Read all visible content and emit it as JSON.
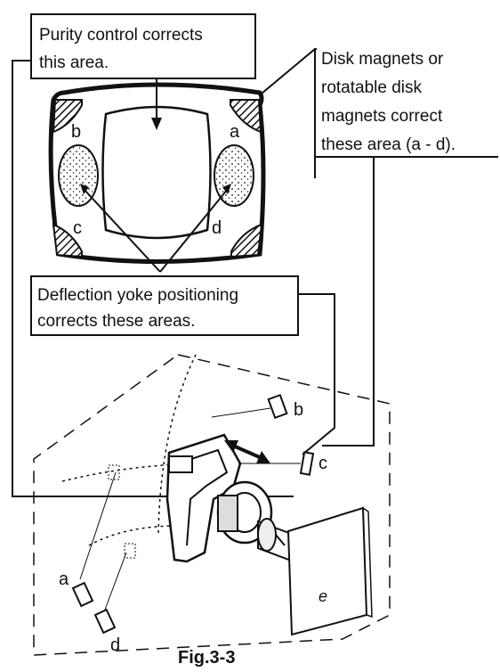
{
  "callouts": {
    "purity_line1": "Purity control corrects",
    "purity_line2": "this area.",
    "disk_line1": "Disk magnets or",
    "disk_line2": "rotatable disk",
    "disk_line3": "magnets correct",
    "disk_line4": "these area (a - d).",
    "yoke_line1": "Deflection yoke positioning",
    "yoke_line2": "corrects these areas."
  },
  "screen_labels": {
    "a": "a",
    "b": "b",
    "c": "c",
    "d": "d"
  },
  "assembly_labels": {
    "a": "a",
    "b": "b",
    "c": "c",
    "d": "d",
    "plate": "e"
  },
  "caption": "Fig.3-3"
}
